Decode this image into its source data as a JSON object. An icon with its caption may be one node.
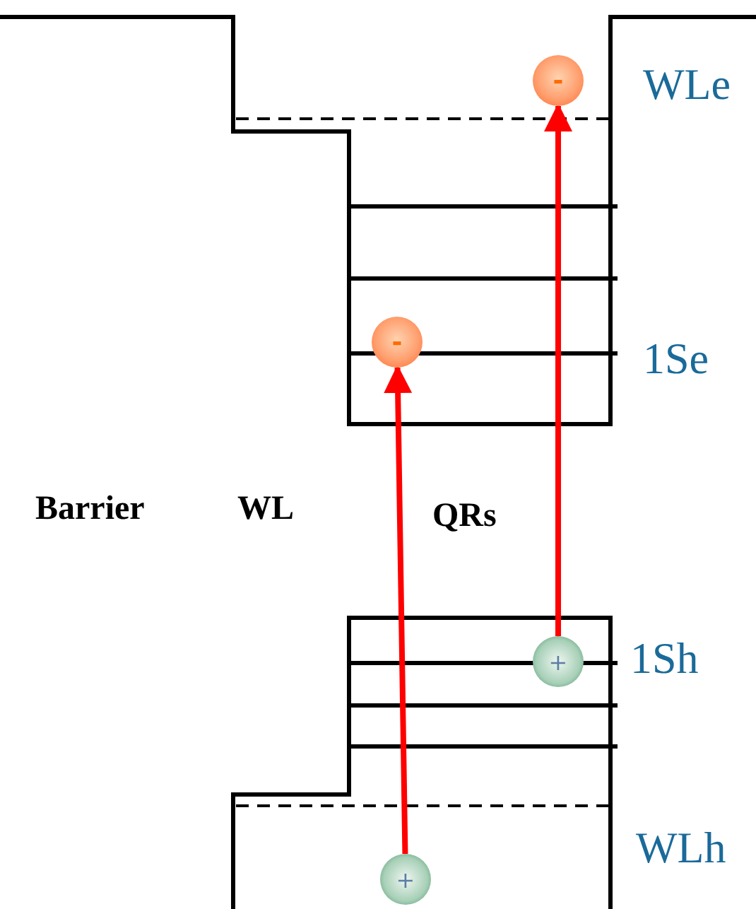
{
  "diagram": {
    "nodes": [
      {
        "text": [
          "-"
        ]
      },
      {
        "text": [
          "-"
        ]
      },
      {
        "text": [
          "+"
        ]
      },
      {
        "text": [
          "+"
        ]
      }
    ],
    "edges": [
      {
        "from": 3,
        "to": 1,
        "arrow": "to"
      },
      {
        "from": 2,
        "to": 0,
        "arrow": "to"
      }
    ],
    "labels": [
      "WLe",
      "1Se",
      "Barrier",
      "WL",
      "QRs",
      "1Sh",
      "WLh"
    ]
  }
}
